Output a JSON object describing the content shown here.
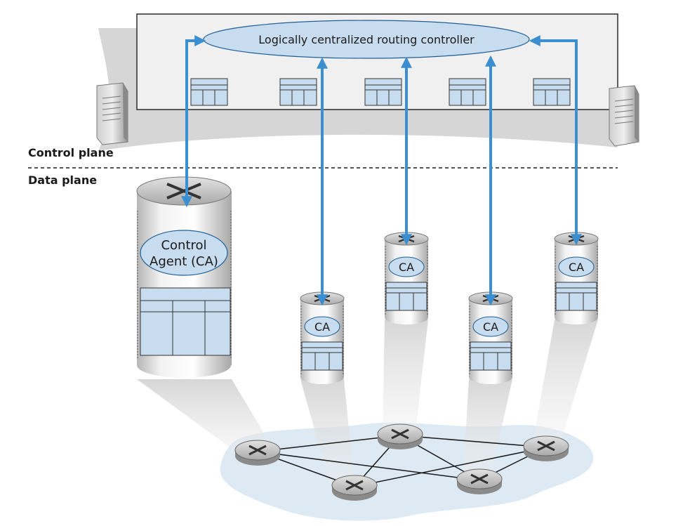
{
  "controller": {
    "label": "Logically centralized routing controller"
  },
  "planes": {
    "control": "Control plane",
    "data": "Data plane"
  },
  "agents": {
    "big_line1": "Control",
    "big_line2": "Agent (CA)",
    "small": "CA"
  },
  "colors": {
    "arrow": "#3b8fd0",
    "table_fill": "#c8dcef",
    "ellipse_fill": "#c8dcef",
    "cloud_fill": "#dde9f3"
  }
}
